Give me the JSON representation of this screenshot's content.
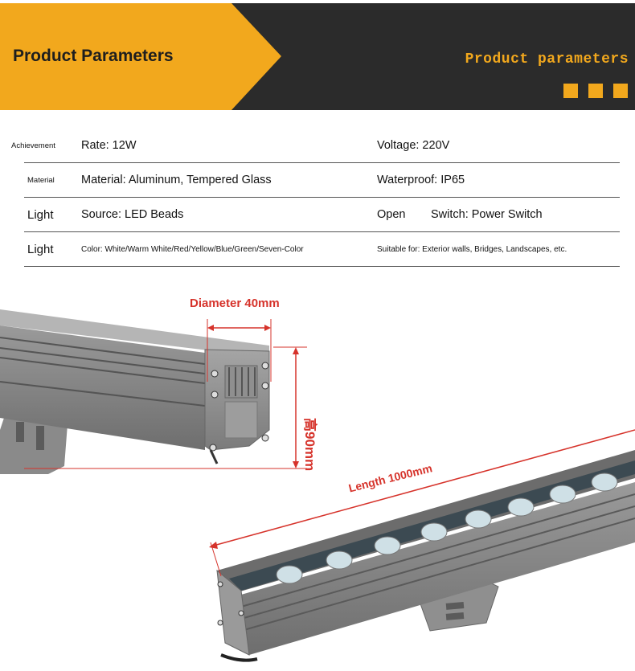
{
  "banner": {
    "title": "Product Parameters",
    "subtitle": "Product parameters",
    "accent_color": "#f2a81d",
    "dark_color": "#2b2b2b"
  },
  "params": [
    {
      "key": "Achievement",
      "value1": "Rate: 12W",
      "value2": "Voltage: 220V"
    },
    {
      "key": "Material",
      "value1": "Material: Aluminum, Tempered Glass",
      "value2": "Waterproof: IP65"
    },
    {
      "key": "Light",
      "value1": "Source: LED Beads",
      "value2": "Open",
      "value2b": "Switch: Power Switch"
    },
    {
      "key": "Light",
      "value1": "Color: White/Warm White/Red/Yellow/Blue/Green/Seven-Color",
      "value2": "Suitable for: Exterior walls, Bridges, Landscapes, etc."
    }
  ],
  "dimensions": {
    "diameter": "Diameter 40mm",
    "height": "高90mm",
    "length": "Length 1000mm"
  }
}
